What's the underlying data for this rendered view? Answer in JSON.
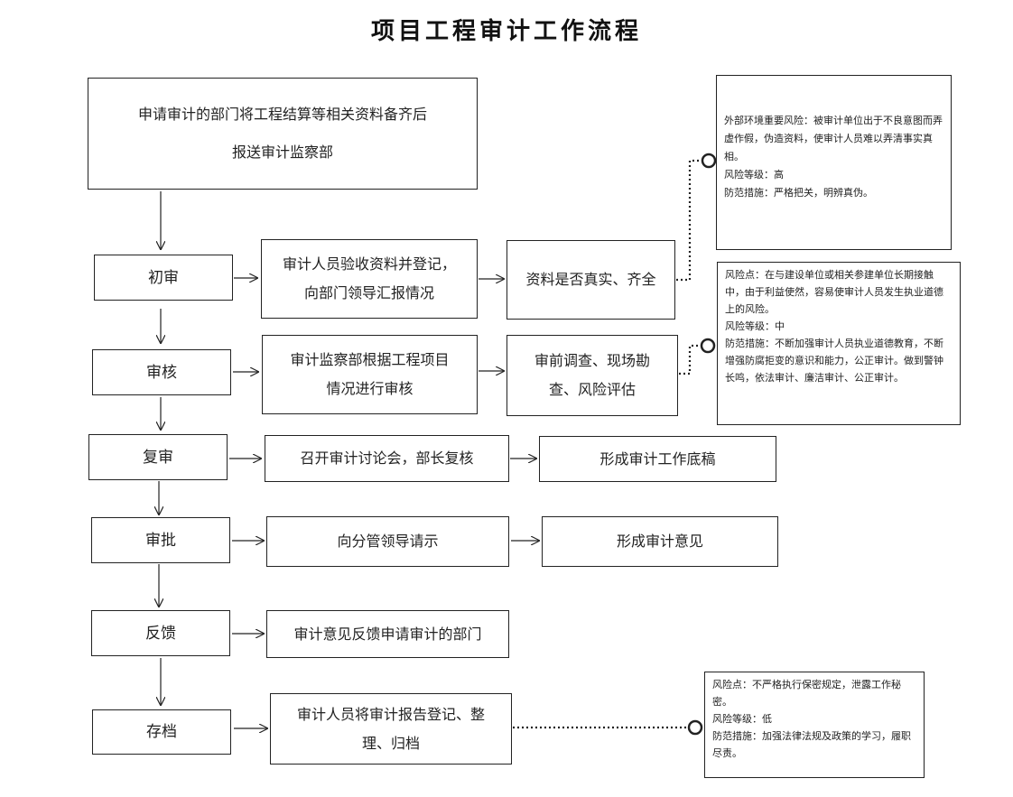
{
  "title": "项目工程审计工作流程",
  "start": {
    "line1": "申请审计的部门将工程结算等相关资料备齐后",
    "line2": "报送审计监察部"
  },
  "stages": [
    {
      "label": "初审",
      "step1": [
        "审计人员验收资料并登记，",
        "向部门领导汇报情况"
      ],
      "step2": [
        "资料是否真实、齐全"
      ]
    },
    {
      "label": "审核",
      "step1": [
        "审计监察部根据工程项目",
        "情况进行审核"
      ],
      "step2": [
        "审前调查、现场勘",
        "查、风险评估"
      ]
    },
    {
      "label": "复审",
      "step1": [
        "召开审计讨论会，部长复核"
      ],
      "step2": [
        "形成审计工作底稿"
      ]
    },
    {
      "label": "审批",
      "step1": [
        "向分管领导请示"
      ],
      "step2": [
        "形成审计意见"
      ]
    },
    {
      "label": "反馈",
      "step1": [
        "审计意见反馈申请审计的部门"
      ]
    },
    {
      "label": "存档",
      "step1": [
        "审计人员将审计报告登记、整",
        "理、归档"
      ]
    }
  ],
  "notes": [
    {
      "lines": [
        "外部环境重要风险：被审计单位出于不良意图而弄虚作假，伪造资料，使审计人员难以弄清事实真相。",
        "风险等级：高",
        "防范措施：严格把关，明辨真伪。"
      ]
    },
    {
      "lines": [
        "风险点：在与建设单位或相关参建单位长期接触中，由于利益使然，容易使审计人员发生执业道德上的风险。",
        "风险等级：中",
        "防范措施：不断加强审计人员执业道德教育，不断增强防腐拒变的意识和能力，公正审计。做到警钟长鸣，依法审计、廉洁审计、公正审计。"
      ]
    },
    {
      "lines": [
        "风险点：不严格执行保密规定，泄露工作秘密。",
        "风险等级：低",
        "防范措施：加强法律法规及政策的学习，履职尽责。"
      ]
    }
  ]
}
